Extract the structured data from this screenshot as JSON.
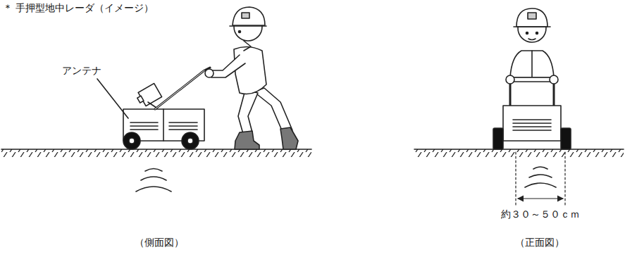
{
  "diagram": {
    "title": "＊ 手押型地中レーダ（イメージ）",
    "labels": [
      "アンテナ",
      "約３０～５０ｃｍ",
      "（側面図）",
      "（正面図）"
    ]
  }
}
